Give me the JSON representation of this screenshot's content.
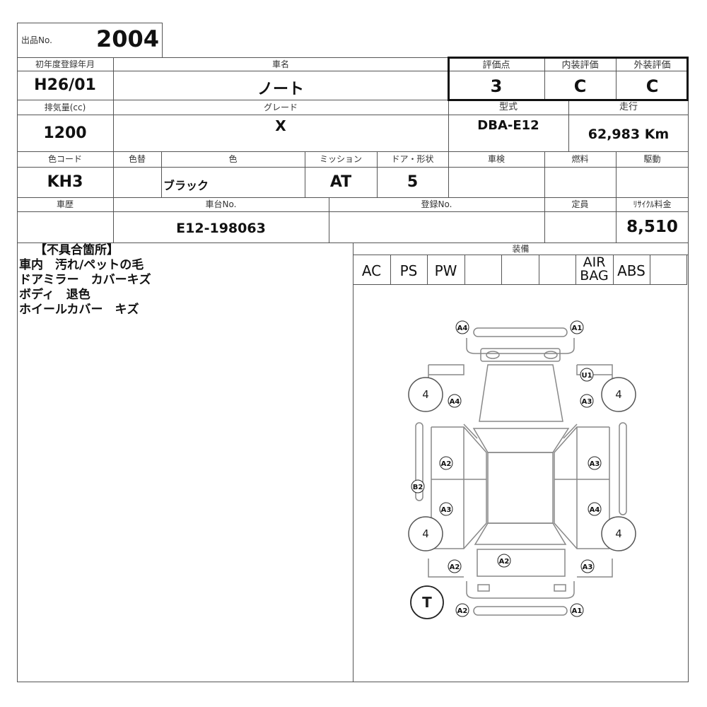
{
  "listing": {
    "label": "出品No.",
    "number": "2004"
  },
  "header": {
    "first_reg_label": "初年度登録年月",
    "first_reg": "H26/01",
    "car_name_label": "車名",
    "car_name": "ノート",
    "score_label": "評価点",
    "score": "3",
    "interior_label": "内装評価",
    "interior": "C",
    "exterior_label": "外装評価",
    "exterior": "C"
  },
  "row2": {
    "displacement_label": "排気量(cc)",
    "displacement": "1200",
    "grade_label": "グレード",
    "grade": "X",
    "model_label": "型式",
    "model": "DBA-E12",
    "mileage_label": "走行",
    "mileage": "62,983 Km"
  },
  "row3": {
    "color_code_label": "色コード",
    "color_code": "KH3",
    "repaint_label": "色替",
    "repaint": "",
    "color_label": "色",
    "color": "ブラック",
    "transmission_label": "ミッション",
    "transmission": "AT",
    "doors_label": "ドア・形状",
    "doors": "5",
    "inspection_label": "車検",
    "inspection": "",
    "fuel_label": "燃料",
    "fuel": "",
    "drive_label": "駆動",
    "drive": ""
  },
  "row4": {
    "history_label": "車歴",
    "history": "",
    "chassis_label": "車台No.",
    "chassis": "E12-198063",
    "reg_label": "登録No.",
    "reg": "",
    "capacity_label": "定員",
    "capacity": "",
    "recycle_label": "ﾘｻｲｸﾙ料金",
    "recycle": "8,510"
  },
  "defects": {
    "title": "【不具合箇所】",
    "lines": [
      "車内　汚れ/ペットの毛",
      "ドアミラー　カバーキズ",
      "ボディ　退色",
      "ホイールカバー　キズ"
    ]
  },
  "equipment": {
    "label": "装備",
    "items": [
      "AC",
      "PS",
      "PW",
      "",
      "",
      "",
      "AIR\nBAG",
      "ABS",
      ""
    ]
  },
  "diagram": {
    "marks": {
      "front_left": "A4",
      "front_right": "A1",
      "hood_left": "A4",
      "roof_right_top": "U1",
      "fender_right": "A3",
      "front_door_left": "A2",
      "front_door_right": "A3",
      "sill_left": "B2",
      "rear_door_left": "A3",
      "rear_door_right": "A4",
      "rear_left": "A2",
      "trunk": "A2",
      "rear_right": "A3",
      "bumper_rear_left": "A2",
      "bumper_rear_right": "A1"
    },
    "tires": {
      "front_left": "4",
      "front_right": "4",
      "rear_left": "4",
      "rear_right": "4"
    },
    "spare": "T"
  }
}
